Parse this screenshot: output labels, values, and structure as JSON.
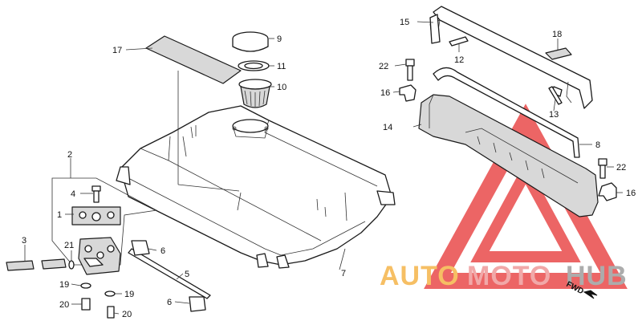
{
  "diagram": {
    "callouts": {
      "c1": "1",
      "c2": "2",
      "c3": "3",
      "c4": "4",
      "c5": "5",
      "c6a": "6",
      "c6b": "6",
      "c7": "7",
      "c8": "8",
      "c9": "9",
      "c10": "10",
      "c11": "11",
      "c12": "12",
      "c13": "13",
      "c14": "14",
      "c15": "15",
      "c16a": "16",
      "c16b": "16",
      "c17": "17",
      "c18": "18",
      "c19a": "19",
      "c19b": "19",
      "c20a": "20",
      "c20b": "20",
      "c21": "21",
      "c22a": "22",
      "c22b": "22"
    },
    "direction_label": "FWD"
  },
  "watermark": {
    "part_a": "AUTO",
    "part_b": "MOTO",
    "part_c": "HUB",
    "colors": {
      "orange": "#f5b54a",
      "pink": "#ef9a9a",
      "grey": "#9e9e9e",
      "triangle": "#e94b4b"
    }
  }
}
